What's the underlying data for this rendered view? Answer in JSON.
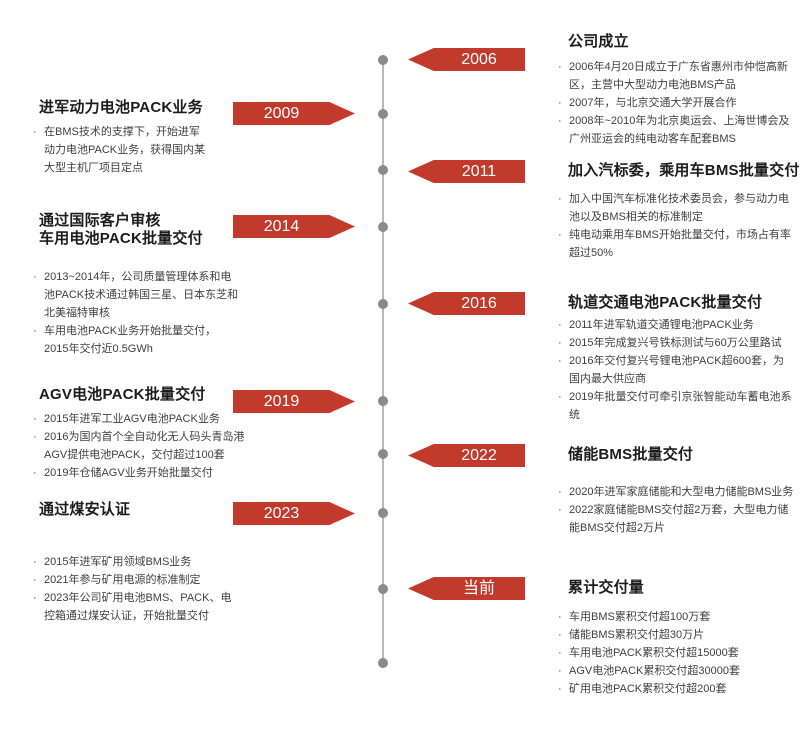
{
  "colors": {
    "flag_red": "#c23a2b",
    "axis_line": "#b9b9b9",
    "node_dot": "#8a8a8a",
    "title_text": "#1c1c1c",
    "body_text": "#3f3f3f",
    "flag_text": "#ffffff"
  },
  "entries": [
    {
      "year": "2006",
      "side": "right",
      "title": "公司成立",
      "bullets": [
        "2006年4月20日成立于广东省惠州市仲恺高新区，主营中大型动力电池BMS产品",
        "2007年，与北京交通大学开展合作",
        "2008年~2010年为北京奥运会、上海世博会及广州亚运会的纯电动客车配套BMS"
      ]
    },
    {
      "year": "2009",
      "side": "left",
      "title": "进军动力电池PACK业务",
      "bullets": [
        "在BMS技术的支撑下，开始进军动力电池PACK业务，获得国内某大型主机厂项目定点"
      ]
    },
    {
      "year": "2011",
      "side": "right",
      "title": "加入汽标委，乘用车BMS批量交付",
      "bullets": [
        "加入中国汽车标准化技术委员会，参与动力电池以及BMS相关的标准制定",
        "纯电动乘用车BMS开始批量交付，市场占有率超过50%"
      ]
    },
    {
      "year": "2014",
      "side": "left",
      "title": "通过国际客户审核\n车用电池PACK批量交付",
      "bullets": [
        "2013~2014年，公司质量管理体系和电池PACK技术通过韩国三星、日本东芝和北美福特审核",
        "车用电池PACK业务开始批量交付，2015年交付近0.5GWh"
      ]
    },
    {
      "year": "2016",
      "side": "right",
      "title": "轨道交通电池PACK批量交付",
      "bullets": [
        "2011年进军轨道交通锂电池PACK业务",
        "2015年完成复兴号铁标测试与60万公里路试",
        "2016年交付复兴号锂电池PACK超600套，为国内最大供应商",
        "2019年批量交付可牵引京张智能动车蓄电池系统"
      ]
    },
    {
      "year": "2019",
      "side": "left",
      "title": "AGV电池PACK批量交付",
      "bullets": [
        "2015年进军工业AGV电池PACK业务",
        "2016为国内首个全自动化无人码头青岛港AGV提供电池PACK，交付超过100套",
        "2019年仓储AGV业务开始批量交付"
      ]
    },
    {
      "year": "2022",
      "side": "right",
      "title": "储能BMS批量交付",
      "bullets": [
        "2020年进军家庭储能和大型电力储能BMS业务",
        "2022家庭储能BMS交付超2万套，大型电力储能BMS交付超2万片"
      ]
    },
    {
      "year": "2023",
      "side": "left",
      "title": "通过煤安认证",
      "bullets": [
        "2015年进军矿用领域BMS业务",
        "2021年参与矿用电源的标准制定",
        "2023年公司矿用电池BMS、PACK、电控箱通过煤安认证，开始批量交付"
      ]
    },
    {
      "year": "当前",
      "side": "right",
      "title": "累计交付量",
      "bullets": [
        "车用BMS累积交付超100万套",
        "储能BMS累积交付超30万片",
        "车用电池PACK累积交付超15000套",
        "AGV电池PACK累积交付超30000套",
        "矿用电池PACK累积交付超200套"
      ]
    }
  ]
}
